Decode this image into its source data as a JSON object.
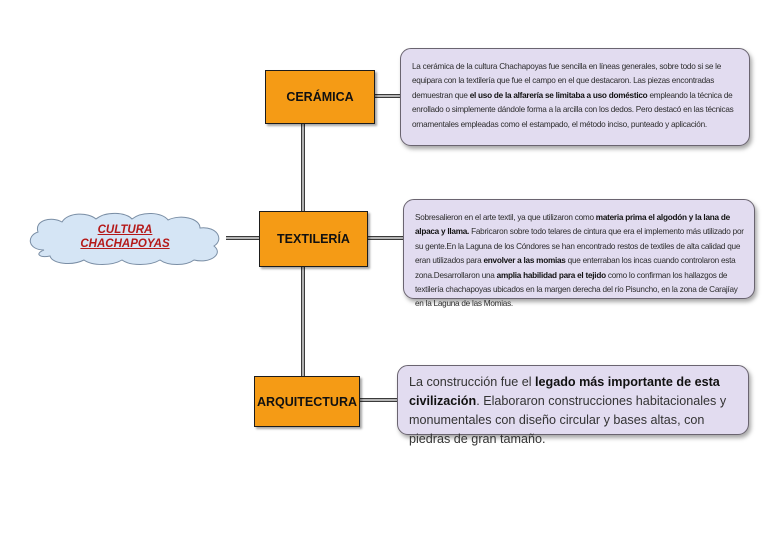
{
  "central": {
    "line1": "CULTURA",
    "line2": "CHACHAPOYAS",
    "color": "#b51919",
    "shape": "cloud"
  },
  "colors": {
    "topic_fill": "#f59b15",
    "description_fill": "#e2dcf0",
    "cloud_fill": "#d5e5f5",
    "connector": "#3a3a3a"
  },
  "topics": [
    {
      "label": "CERÁMICA",
      "description": {
        "segments": [
          {
            "text": "La cerámica de la cultura Chachapoyas fue sencilla en líneas generales, sobre todo si se le equipara con la textilería que fue el campo en el que destacaron. Las piezas encontradas demuestran que ",
            "bold": false
          },
          {
            "text": "el uso de la alfarería se limitaba a uso doméstico",
            "bold": true
          },
          {
            "text": " empleando la técnica de enrollado o simplemente dándole forma a la arcilla con los dedos. Pero destacó en las técnicas ornamentales empleadas como el estampado, el método inciso, punteado y aplicación.",
            "bold": false
          }
        ]
      }
    },
    {
      "label": "TEXTILERÍA",
      "description": {
        "segments": [
          {
            "text": "Sobresalieron en el arte textil, ya que utilizaron como ",
            "bold": false
          },
          {
            "text": "materia prima el algodón y la lana de alpaca y llama.",
            "bold": true
          },
          {
            "text": " Fabricaron sobre todo telares de cintura que era el implemento más utilizado por su gente.En la Laguna de los Cóndores se han encontrado restos de textiles de alta calidad que eran utilizados para ",
            "bold": false
          },
          {
            "text": "envolver a las momias",
            "bold": true
          },
          {
            "text": " que enterraban los incas cuando controlaron esta zona.Desarrollaron una ",
            "bold": false
          },
          {
            "text": "amplia habilidad para el tejido",
            "bold": true
          },
          {
            "text": " como lo confirman los hallazgos de textilería chachapoyas ubicados en la margen derecha del río Pisuncho, en la zona de Carajíay en la Laguna de las Momias.",
            "bold": false
          }
        ]
      }
    },
    {
      "label": "ARQUITECTURA",
      "description": {
        "segments": [
          {
            "text": "La construcción fue  el ",
            "bold": false
          },
          {
            "text": "legado más importante de esta civilización",
            "bold": true
          },
          {
            "text": ". Elaboraron construcciones habitacionales y monumentales con diseño circular y bases altas, con piedras de gran tamaño.",
            "bold": false
          }
        ]
      }
    }
  ]
}
